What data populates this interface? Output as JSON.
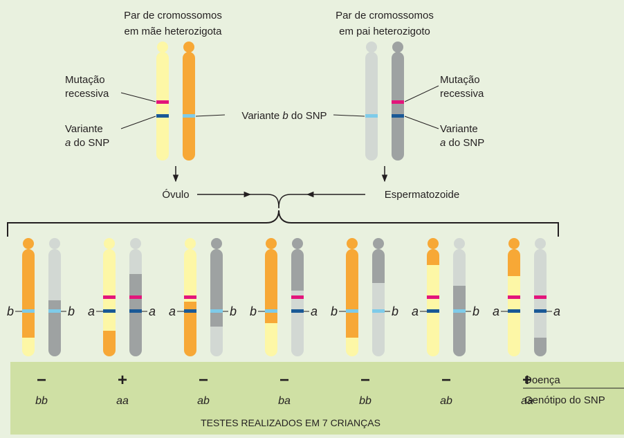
{
  "parents": {
    "mother_title_line1": "Par de cromossomos",
    "mother_title_line2": "em mãe heterozigota",
    "father_title_line1": "Par de cromossomos",
    "father_title_line2": "em pai heterozigoto",
    "mutation_line1": "Mutação",
    "mutation_line2": "recessiva",
    "variant_a_line1": "Variante",
    "variant_a_letter": "a",
    "variant_a_rest": " do SNP",
    "variant_b_prefix": "Variante ",
    "variant_b_letter": "b",
    "variant_b_suffix": " do SNP",
    "egg_label": "Óvulo",
    "sperm_label": "Espermatozoide"
  },
  "children": [
    {
      "left_allele": "b",
      "right_allele": "b",
      "disease": "−",
      "genotype": "bb"
    },
    {
      "left_allele": "a",
      "right_allele": "a",
      "disease": "+",
      "genotype": "aa"
    },
    {
      "left_allele": "a",
      "right_allele": "b",
      "disease": "−",
      "genotype": "ab"
    },
    {
      "left_allele": "b",
      "right_allele": "a",
      "disease": "−",
      "genotype": "ba"
    },
    {
      "left_allele": "b",
      "right_allele": "b",
      "disease": "−",
      "genotype": "bb"
    },
    {
      "left_allele": "a",
      "right_allele": "b",
      "disease": "−",
      "genotype": "ab"
    },
    {
      "left_allele": "a",
      "right_allele": "a",
      "disease": "+",
      "genotype": "aa"
    }
  ],
  "results": {
    "disease_label": "Doença",
    "genotype_label": "Genótipo do SNP",
    "footer": "TESTES REALIZADOS EM 7 CRIANÇAS"
  },
  "colors": {
    "background": "#e9f1df",
    "results_band": "#cfe0a4",
    "mother_light": "#fdf7a6",
    "mother_dark": "#f7a836",
    "father_light": "#d2d8d3",
    "father_dark": "#9ea2a2",
    "mutation": "#e3157b",
    "snp_a": "#1a5996",
    "snp_b": "#7ecbe9"
  }
}
